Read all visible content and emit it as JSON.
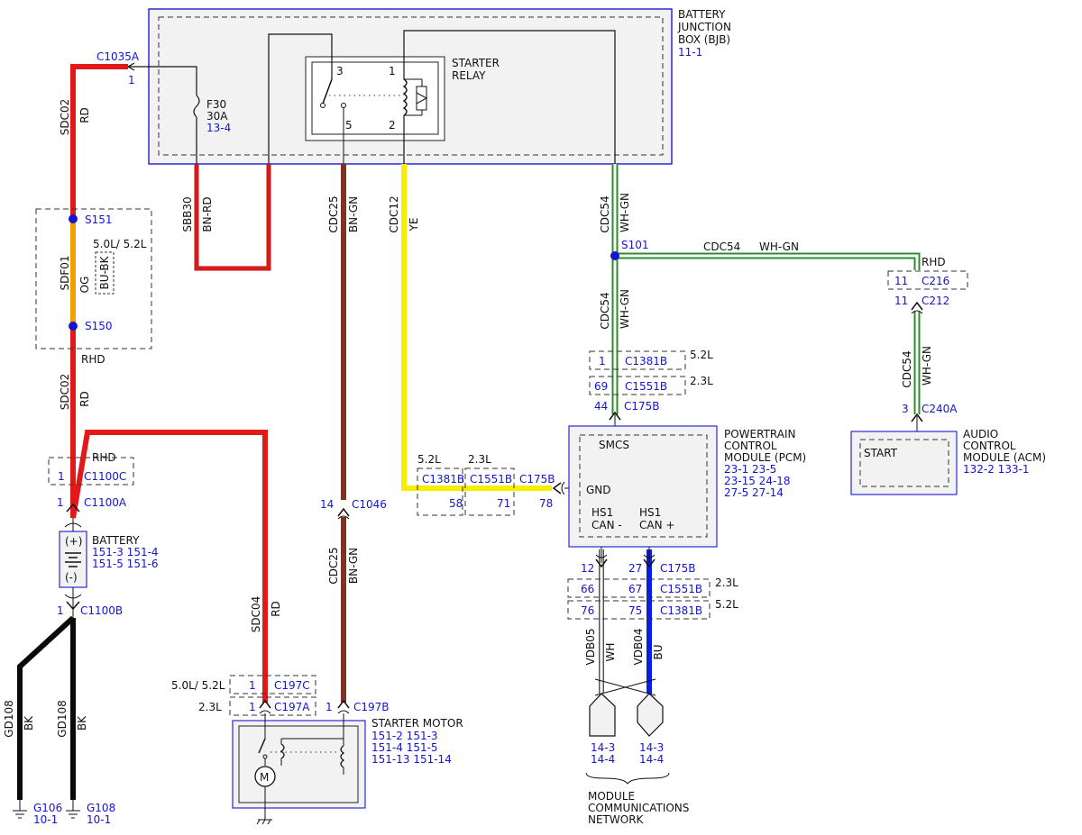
{
  "bjb": {
    "name1": "BATTERY",
    "name2": "JUNCTION",
    "name3": "BOX (BJB)",
    "ref": "11-1"
  },
  "relay": {
    "name1": "STARTER",
    "name2": "RELAY",
    "pin3": "3",
    "pin1": "1",
    "pin5": "5",
    "pin2": "2"
  },
  "fuse": {
    "name": "F30",
    "rating": "30A",
    "ref": "13-4"
  },
  "c1035a": {
    "name": "C1035A",
    "pin": "1"
  },
  "wires": {
    "sdc02": "SDC02",
    "rd": "RD",
    "sbb30": "SBB30",
    "bnrd": "BN-RD",
    "cdc25": "CDC25",
    "bngn": "BN-GN",
    "cdc12": "CDC12",
    "ye": "YE",
    "cdc54": "CDC54",
    "whgn": "WH-GN",
    "sdf01": "SDF01",
    "og": "OG",
    "bubk": "BU-BK",
    "sdc04": "SDC04",
    "gd108": "GD108",
    "bk": "BK",
    "vdb05": "VDB05",
    "wh": "WH",
    "vdb04": "VDB04",
    "bu": "BU"
  },
  "splices": {
    "s151": "S151",
    "s150": "S150",
    "s101": "S101"
  },
  "labels": {
    "v5052": "5.0L/ 5.2L",
    "rhd": "RHD",
    "v52": "5.2L",
    "v23": "2.3L",
    "v5052b": "5.0L/ 5.2L"
  },
  "conn": {
    "c1100c": "C1100C",
    "c1100c_pin": "1",
    "c1100a": "C1100A",
    "c1100a_pin": "1",
    "c1100b": "C1100B",
    "c1100b_pin": "1",
    "c216": "C216",
    "c216_pin": "11",
    "c212": "C212",
    "c212_pin": "11",
    "c1381b": "C1381B",
    "c1381b_pin": "1",
    "c1551b": "C1551B",
    "c1551b_pin": "69",
    "c175b": "C175B",
    "c175b_pin": "44",
    "c240a": "C240A",
    "c240a_pin": "3",
    "c1381b_gnd": "C1381B",
    "c1381b_gnd_pin": "58",
    "c1551b_gnd": "C1551B",
    "c1551b_gnd_pin": "71",
    "c175b_gnd": "C175B",
    "c175b_gnd_pin": "78",
    "c1046": "C1046",
    "c1046_pin": "14",
    "c197c": "C197C",
    "c197c_pin": "1",
    "c197a": "C197A",
    "c197a_pin": "1",
    "c197b": "C197B",
    "c197b_pin": "1",
    "can_c175b": "C175B",
    "can_c175b_p1": "12",
    "can_c175b_p2": "27",
    "can_c1551b": "C1551B",
    "can_c1551b_p1": "66",
    "can_c1551b_p2": "67",
    "can_c1381b": "C1381B",
    "can_c1381b_p1": "76",
    "can_c1381b_p2": "75"
  },
  "battery": {
    "name": "BATTERY",
    "r1": "151-3   151-4",
    "r2": "151-5   151-6",
    "plus": "(+)",
    "minus": "(-)"
  },
  "pcm": {
    "n1": "POWERTRAIN",
    "n2": "CONTROL",
    "n3": "MODULE (PCM)",
    "r1": "23-1      23-5",
    "r2": "23-15    24-18",
    "r3": "27-5      27-14",
    "smcs": "SMCS",
    "gnd": "GND",
    "hs1a": "HS1",
    "cana": "CAN -",
    "hs1b": "HS1",
    "canb": "CAN +"
  },
  "acm": {
    "n1": "AUDIO",
    "n2": "CONTROL",
    "n3": "MODULE (ACM)",
    "r1": "132-2   133-1",
    "start": "START"
  },
  "starter": {
    "name": "STARTER MOTOR",
    "r1": "151-2    151-3",
    "r2": "151-4    151-5",
    "r3": "151-13   151-14",
    "m": "M"
  },
  "ground": {
    "g106": "G106",
    "g106_ref": "10-1",
    "g108": "G108",
    "g108_ref": "10-1"
  },
  "network": {
    "ref1a": "14-3",
    "ref1b": "14-4",
    "ref2a": "14-3",
    "ref2b": "14-4",
    "n1": "MODULE",
    "n2": "COMMUNICATIONS",
    "n3": "NETWORK"
  },
  "colors": {
    "red": "#e31818",
    "orange": "#f0a000",
    "brown": "#7b3520",
    "yellow": "#f5ee00",
    "green": "#2e8b2e",
    "blue": "#0a1ee6",
    "black": "#0a0a0a",
    "label_blue": "#1515d0"
  }
}
